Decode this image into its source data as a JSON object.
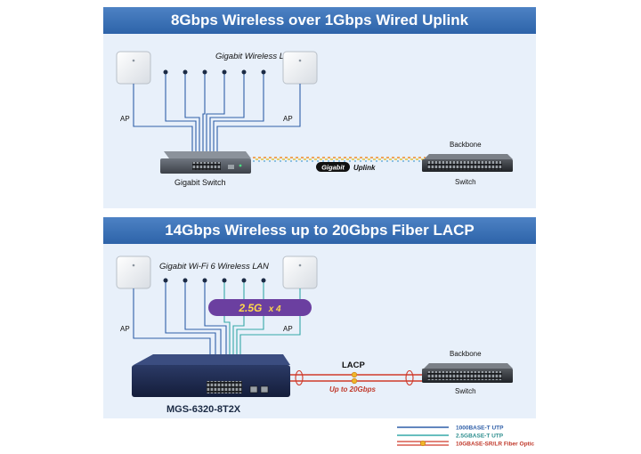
{
  "top_section": {
    "title": "8Gbps Wireless over 1Gbps Wired Uplink",
    "wlan_label": "Gigabit Wireless LAN",
    "ap_left_label": "AP",
    "ap_right_label": "AP",
    "switch_label": "Gigabit Switch",
    "uplink_badge": "Gigabit",
    "uplink_label": "Uplink",
    "backbone_label": "Backbone",
    "backbone_switch_label": "Switch"
  },
  "bottom_section": {
    "title": "14Gbps Wireless up to 20Gbps Fiber LACP",
    "wlan_label": "Gigabit Wi-Fi 6 Wireless LAN",
    "speed_badge_value": "2.5G",
    "speed_badge_mult": "x 4",
    "ap_left_label": "AP",
    "ap_right_label": "AP",
    "model_label": "MGS-6320-8T2X",
    "lacp_label": "LACP",
    "fiber_label": "Up to 20Gbps",
    "backbone_label": "Backbone",
    "backbone_switch_label": "Switch"
  },
  "legend": [
    {
      "label": "1000BASE-T UTP",
      "color": "#2f5fa8"
    },
    {
      "label": "2.5GBASE-T UTP",
      "color": "#35a8a8"
    },
    {
      "label": "10GBASE-SR/LR Fiber Optic",
      "color": "#d03a2a"
    }
  ],
  "colors": {
    "panel_bg": "#e8f0fa",
    "banner": "#3a6fb5",
    "copper": "#2f5fa8",
    "multigig": "#35a8a8",
    "fiber": "#d03a2a",
    "badge": "#6b3fa0",
    "badge_text": "#ffd84a"
  }
}
